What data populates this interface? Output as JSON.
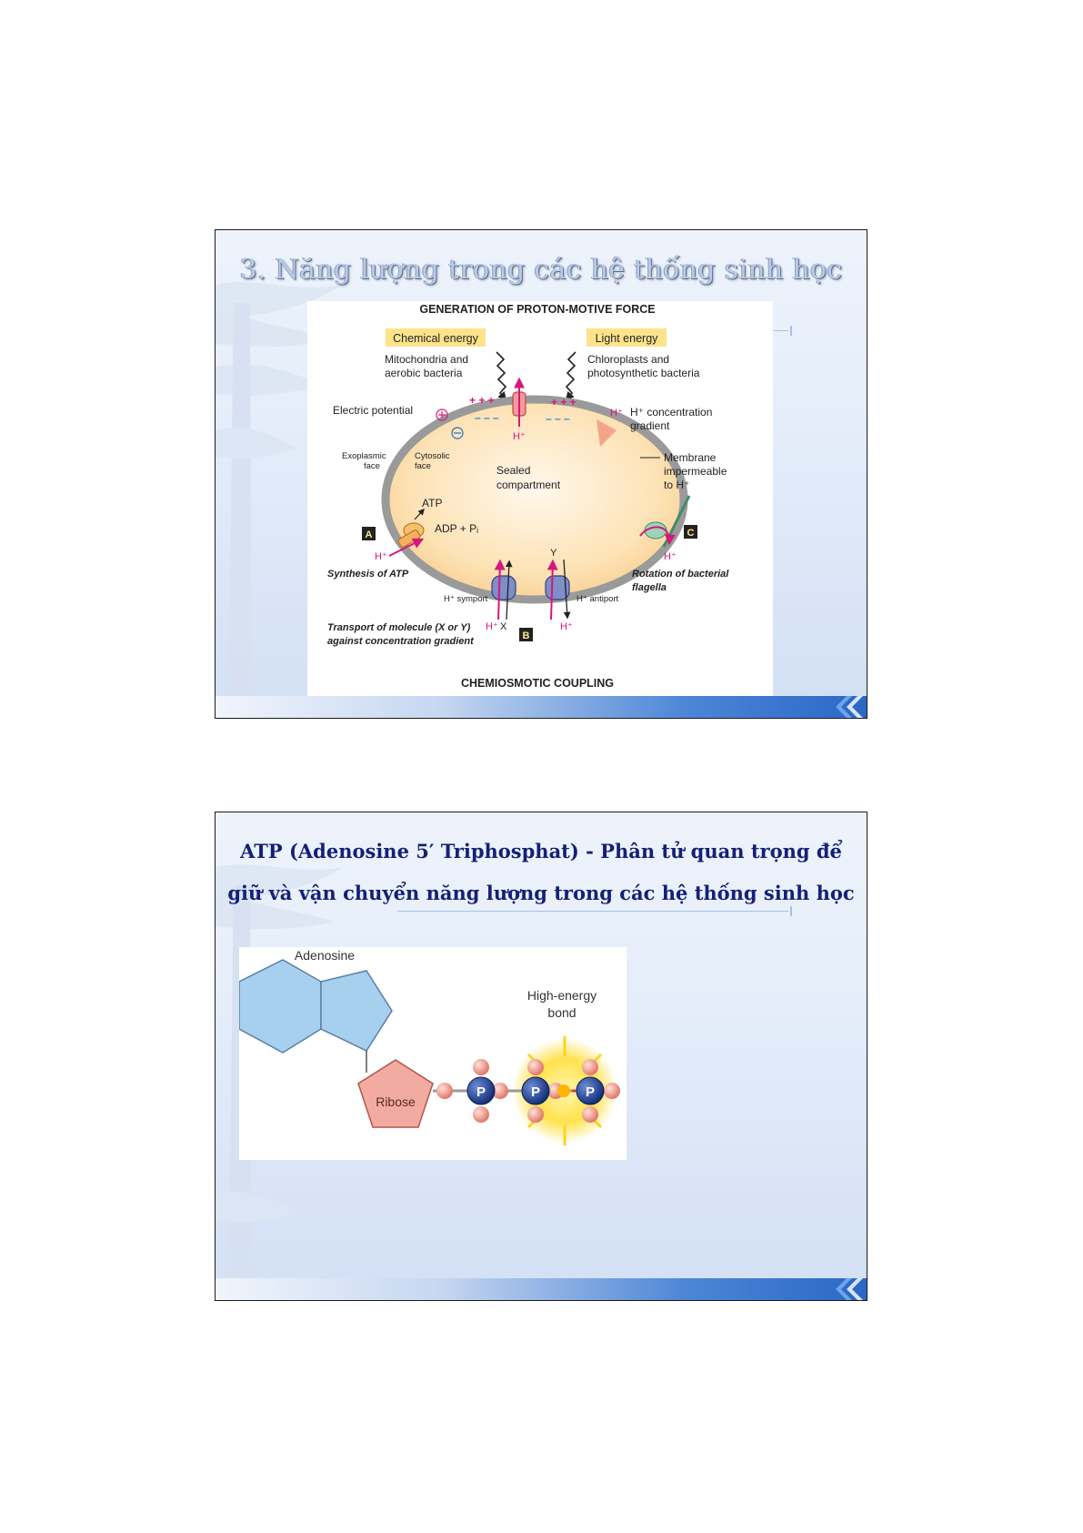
{
  "slide1": {
    "title": "3. Năng lượng trong các hệ thống sinh học",
    "figure": {
      "heading": "GENERATION OF PROTON-MOTIVE FORCE",
      "chemical_energy": "Chemical energy",
      "chemical_sources_1": "Mitochondria and",
      "chemical_sources_2": "aerobic bacteria",
      "light_energy": "Light energy",
      "light_sources_1": "Chloroplasts and",
      "light_sources_2": "photosynthetic bacteria",
      "electric_potential": "Electric potential",
      "h_top": "H⁺",
      "h_gradient": "H⁺",
      "concentration_1": "H⁺ concentration",
      "concentration_2": "gradient",
      "exoplasmic_1": "Exoplasmic",
      "exoplasmic_2": "face",
      "cytosolic_1": "Cytosolic",
      "cytosolic_2": "face",
      "sealed_1": "Sealed",
      "sealed_2": "compartment",
      "membrane_1": "Membrane",
      "membrane_2": "impermeable",
      "membrane_3": "to H⁺",
      "atp": "ATP",
      "adp": "ADP + Pᵢ",
      "label_a": "A",
      "h_a": "H⁺",
      "synthesis": "Synthesis of ATP",
      "label_c": "C",
      "h_c": "H⁺",
      "rotation_1": "Rotation of bacterial",
      "rotation_2": "flagella",
      "y": "Y",
      "symport": "H⁺ symport",
      "antiport": "H⁺ antiport",
      "h_x": "H⁺",
      "x": "X",
      "h_b": "H⁺",
      "label_b": "B",
      "transport_1": "Transport of molecule (X or Y)",
      "transport_2": "against concentration gradient",
      "footer": "CHEMIOSMOTIC COUPLING",
      "plus": "+ + +",
      "minus": "– – –"
    }
  },
  "slide2": {
    "title_line1": "ATP (Adenosine 5′ Triphosphat) - Phân tử quan trọng để",
    "title_line2": "giữ và vận chuyển năng lượng trong các hệ thống sinh học",
    "figure": {
      "adenosine": "Adenosine",
      "ribose": "Ribose",
      "bond_1": "High-energy",
      "bond_2": "bond",
      "phosphate": "P"
    }
  },
  "colors": {
    "slide_title_blue": "#152077",
    "membrane_gray": "#9a9a9a",
    "compartment_orange": "#fbd9a6",
    "energy_box_yellow": "#fde48b",
    "proton_magenta": "#d6187a",
    "adenosine_blue": "#a7d0ef",
    "ribose_pink": "#f2aba0",
    "phosphate_navy": "#1d3f8f"
  }
}
